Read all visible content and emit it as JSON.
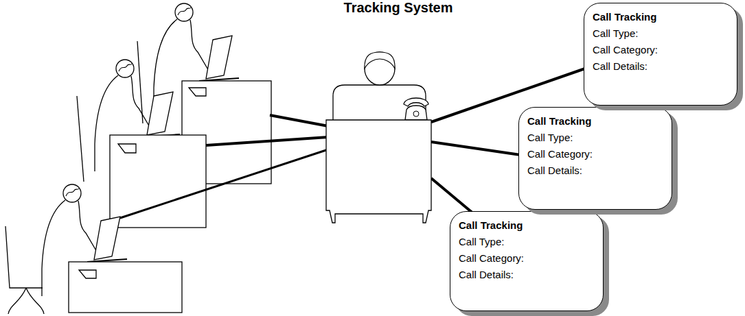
{
  "diagram": {
    "title": "Tracking System",
    "nodes": [
      {
        "text": [
          "Call Tracking",
          "Call Type:",
          "Call Category:",
          "Call Details:"
        ]
      },
      {
        "text": [
          "Call Tracking",
          "Call Type:",
          "Call Category:",
          "Call Details:"
        ]
      },
      {
        "text": [
          "Call Tracking",
          "Call Type:",
          "Call Category:",
          "Call Details:"
        ]
      }
    ]
  }
}
